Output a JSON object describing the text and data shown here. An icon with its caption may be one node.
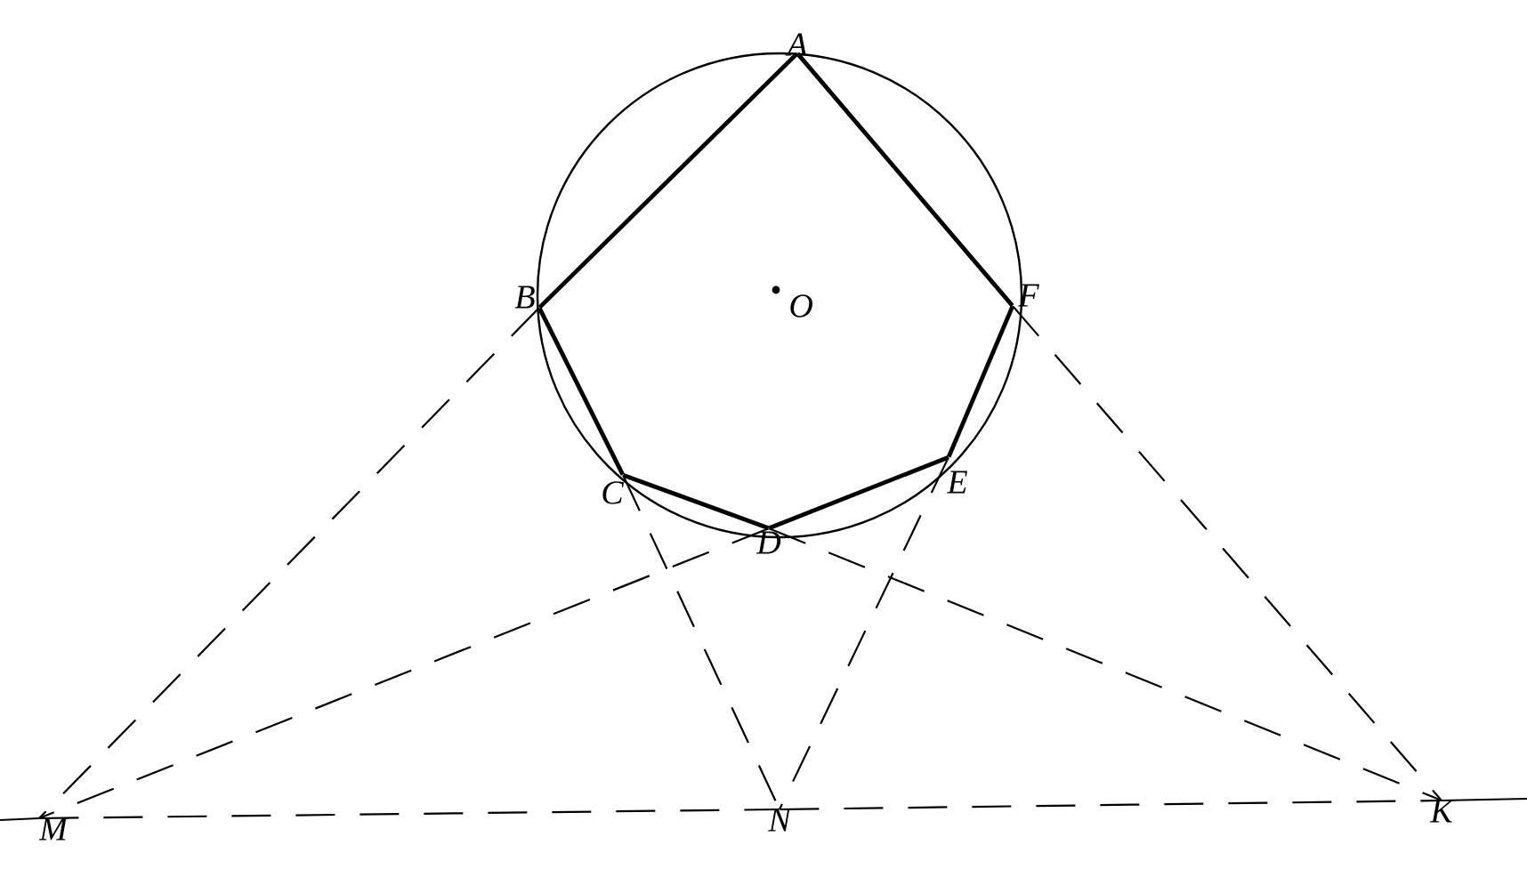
{
  "diagram": {
    "nodes": [
      {
        "text": [
          "A"
        ]
      },
      {
        "text": [
          "B"
        ]
      },
      {
        "text": [
          "C"
        ]
      },
      {
        "text": [
          "D"
        ]
      },
      {
        "text": [
          "E"
        ]
      },
      {
        "text": [
          "F"
        ]
      },
      {
        "text": [
          "M"
        ]
      },
      {
        "text": [
          "N"
        ]
      },
      {
        "text": [
          "K"
        ]
      }
    ],
    "edges": [
      {
        "from": 0,
        "to": 1,
        "arrow": "none"
      },
      {
        "from": 0,
        "to": 5,
        "arrow": "none"
      },
      {
        "from": 1,
        "to": 2,
        "arrow": "none"
      },
      {
        "from": 2,
        "to": 3,
        "arrow": "none"
      },
      {
        "from": 3,
        "to": 4,
        "arrow": "none"
      },
      {
        "from": 4,
        "to": 5,
        "arrow": "none"
      },
      {
        "from": 1,
        "to": 6,
        "arrow": "none",
        "style": "dashed"
      },
      {
        "from": 5,
        "to": 8,
        "arrow": "none",
        "style": "dashed"
      },
      {
        "from": 2,
        "to": 7,
        "arrow": "none",
        "style": "dashed"
      },
      {
        "from": 4,
        "to": 7,
        "arrow": "none",
        "style": "dashed"
      },
      {
        "from": 3,
        "to": 6,
        "arrow": "none",
        "style": "dashed"
      },
      {
        "from": 3,
        "to": 8,
        "arrow": "none",
        "style": "dashed"
      },
      {
        "from": 6,
        "to": 7,
        "arrow": "none",
        "style": "dashed"
      },
      {
        "from": 7,
        "to": 8,
        "arrow": "none",
        "style": "dashed"
      }
    ],
    "labels": [
      "O"
    ]
  }
}
